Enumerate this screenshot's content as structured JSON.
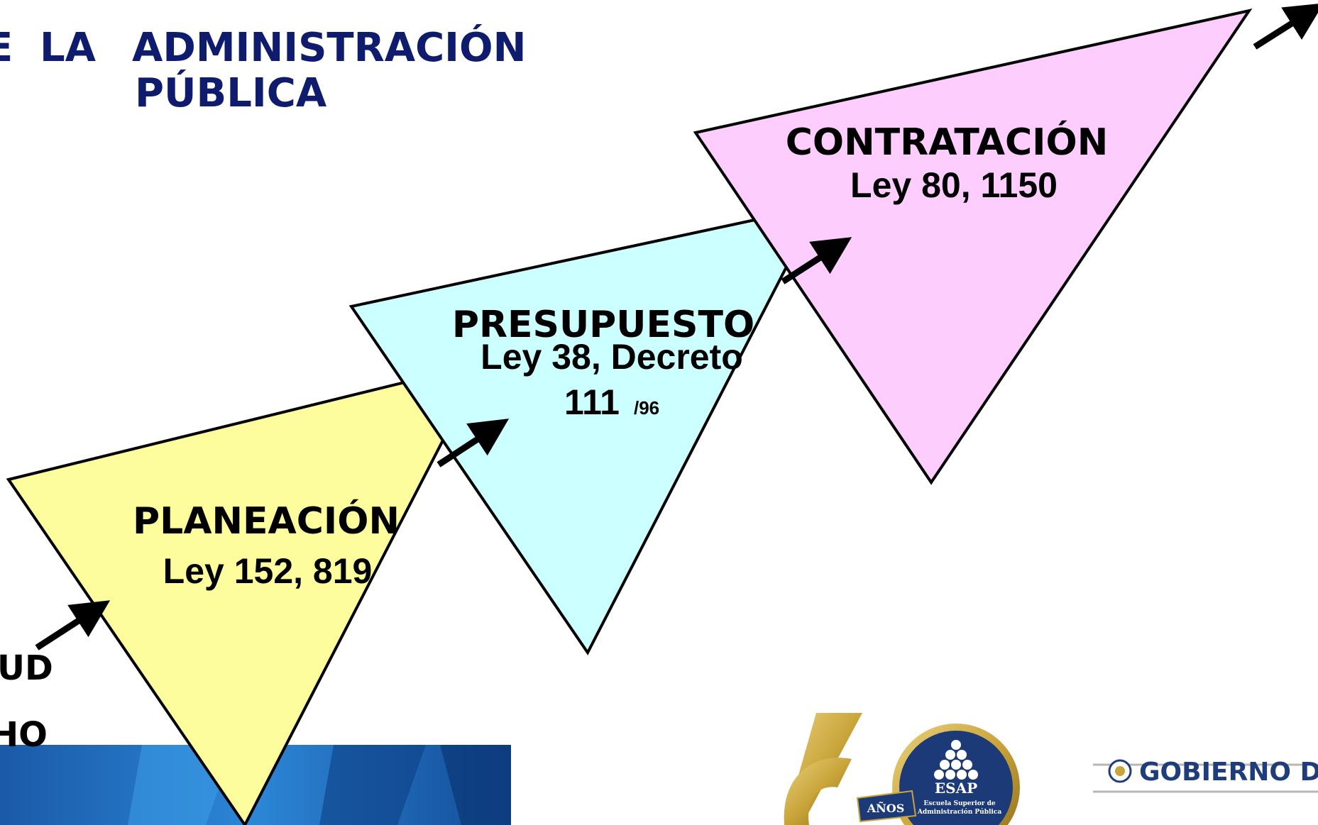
{
  "title": {
    "word1": "LA",
    "word2": "ADMINISTRACIÓN",
    "word3": "PÚBLICA",
    "cut_letter": "E"
  },
  "side_labels": {
    "label1": "UD",
    "label2": "HO"
  },
  "stages": [
    {
      "name": "PLANEACIÓN",
      "law": "Ley 152, 819",
      "color": "#fdfd9e"
    },
    {
      "name": "PRESUPUESTO",
      "law_line1": "Ley 38, Decreto",
      "law_line2": "111",
      "law_suffix": "/96",
      "color": "#ccffff"
    },
    {
      "name": "CONTRATACIÓN",
      "law": "Ley 80, 1150",
      "color": "#fdcdfd"
    }
  ],
  "footer": {
    "esap_years": "AÑOS",
    "esap_acronym": "ESAP",
    "esap_name_line1": "Escuela Superior de",
    "esap_name_line2": "Administración Pública",
    "gobierno": "GOBIERNO D"
  },
  "colors": {
    "title": "#0f1c6e",
    "banner": "#1a62b8",
    "esap_blue": "#1d3a78",
    "gold": "#c9a43a"
  }
}
